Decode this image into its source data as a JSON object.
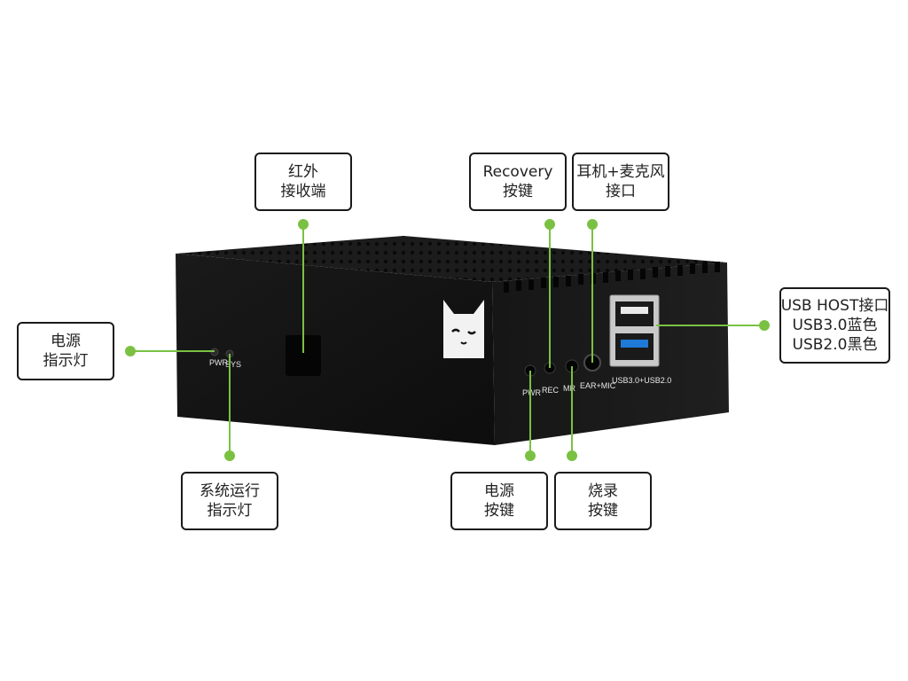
{
  "colors": {
    "callout": "#7ac143",
    "device_body": "#121212",
    "label_border": "#1a1a1a"
  },
  "labels": {
    "ir_receiver": [
      "红外",
      "接收端"
    ],
    "recovery_button": [
      "Recovery",
      "按键"
    ],
    "audio_jack": [
      "耳机+麦克风",
      "接口"
    ],
    "usb_host": [
      "USB HOST接口",
      "USB3.0蓝色",
      "USB2.0黑色"
    ],
    "power_led": [
      "电源",
      "指示灯"
    ],
    "system_led": [
      "系统运行",
      "指示灯"
    ],
    "power_button": [
      "电源",
      "按键"
    ],
    "flash_button": [
      "烧录",
      "按键"
    ]
  },
  "device": {
    "logo": "cat-face-logo",
    "port_labels": {
      "pwr": "PWR",
      "rec": "REC",
      "mr": "MR",
      "ear_mic": "EAR+MIC",
      "usb": "USB3.0+USB2.0"
    },
    "led_labels": {
      "pwr": "PWR",
      "sys": "SYS"
    }
  }
}
